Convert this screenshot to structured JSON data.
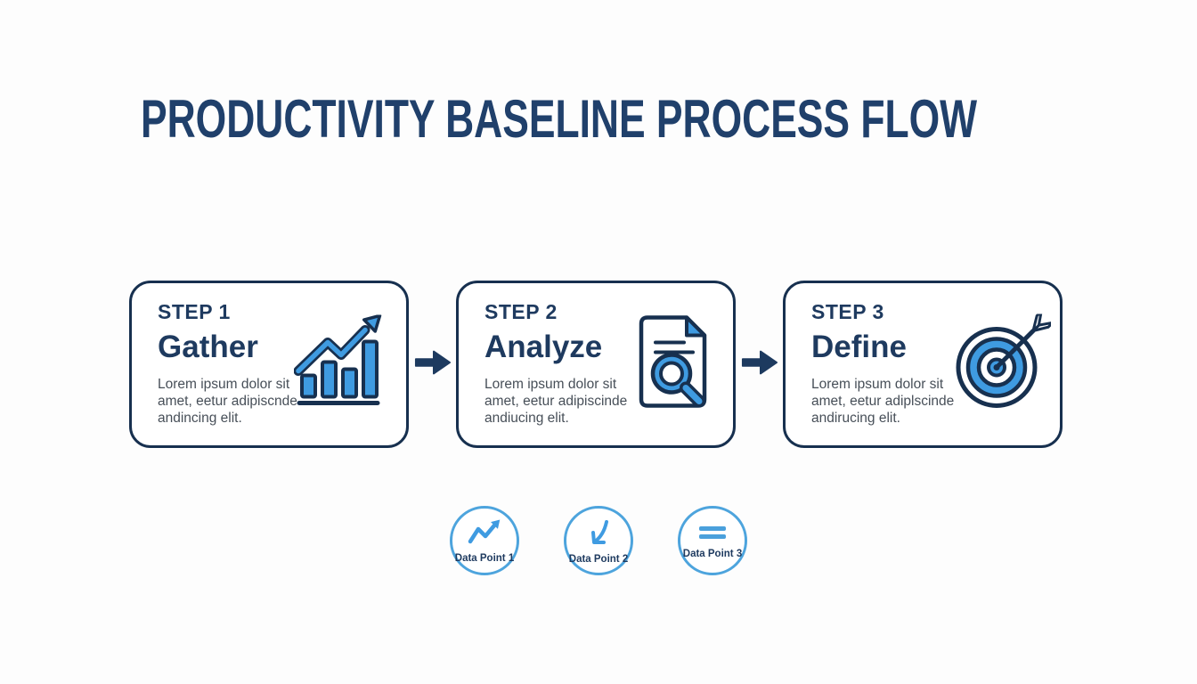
{
  "page": {
    "title": "PRODUCTIVITY BASELINE PROCESS FLOW"
  },
  "colors": {
    "navy_text": "#1e3a5f",
    "navy_outline": "#17304f",
    "title_navy": "#20406b",
    "accent_blue": "#3f9be1",
    "circle_border_blue": "#4da4dd",
    "body_text_gray": "#474f58",
    "background": "#fdfdfd"
  },
  "steps": [
    {
      "label": "STEP 1",
      "title": "Gather",
      "body_lines": [
        "Lorem ipsum dolor sit",
        "amet, eetur adipiscnde",
        "andincing elit."
      ],
      "icon": "bar-chart-growth-icon"
    },
    {
      "label": "STEP 2",
      "title": "Analyze",
      "body_lines": [
        "Lorem ipsum dolor sit",
        "amet, eetur adipiscinde",
        "andiucing elit."
      ],
      "icon": "document-search-icon"
    },
    {
      "label": "STEP 3",
      "title": "Define",
      "body_lines": [
        "Lorem ipsum dolor sit",
        "amet, eetur adiplscinde",
        "andirucing elit."
      ],
      "icon": "target-arrow-icon"
    }
  ],
  "connectors": [
    {
      "icon": "right-arrow-icon"
    },
    {
      "icon": "right-arrow-icon"
    }
  ],
  "data_points": [
    {
      "label": "Data Point 1",
      "icon": "trend-line-icon"
    },
    {
      "label": "Data Point 2",
      "icon": "arrow-down-icon"
    },
    {
      "label": "Data Point 3",
      "icon": "equals-icon"
    }
  ]
}
